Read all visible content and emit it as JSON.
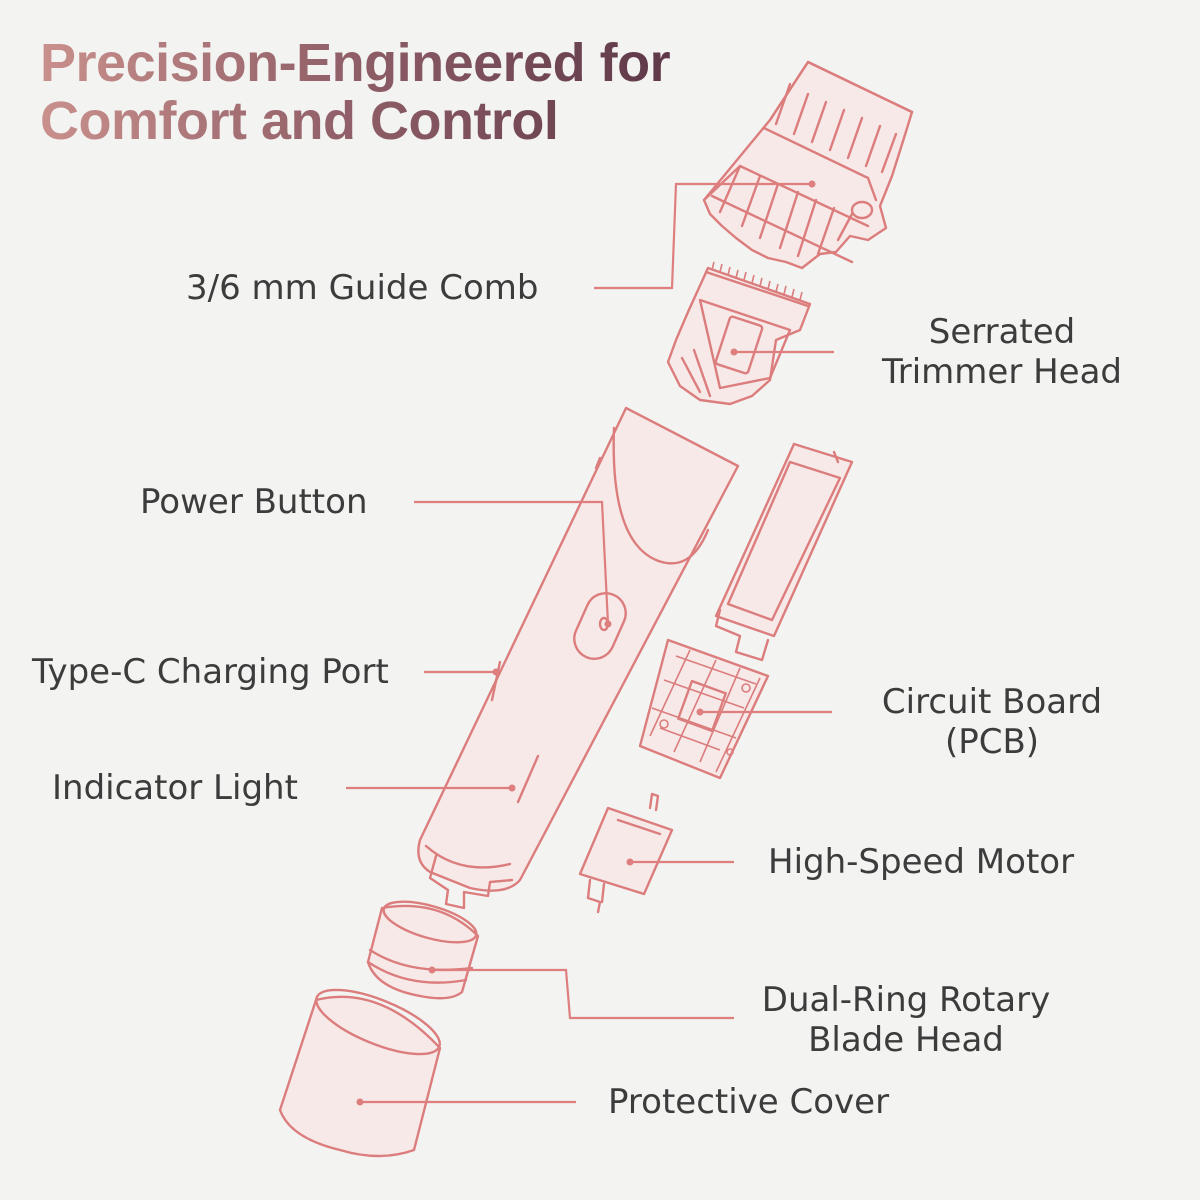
{
  "title": {
    "line1": "Precision-Engineered for",
    "line2": "Comfort and Control"
  },
  "labels": {
    "guide_comb": "3/6 mm Guide Comb",
    "trimmer_head_line1": "Serrated",
    "trimmer_head_line2": "Trimmer Head",
    "power_button": "Power Button",
    "charging_port": "Type-C Charging Port",
    "indicator_light": "Indicator Light",
    "circuit_board_line1": "Circuit Board",
    "circuit_board_line2": "(PCB)",
    "motor": "High-Speed Motor",
    "rotary_head_line1": "Dual-Ring Rotary",
    "rotary_head_line2": "Blade Head",
    "cover": "Protective Cover"
  },
  "colors": {
    "line_art": "#dc7d7d",
    "title_start": "#c9908c",
    "title_end": "#5e3848",
    "text": "#3c3c3c",
    "background": "#f3f3f2"
  }
}
